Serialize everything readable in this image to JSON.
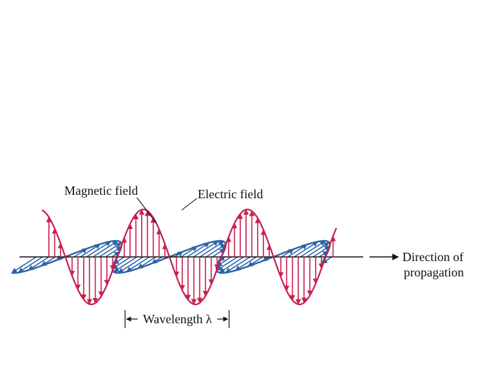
{
  "labels": {
    "magnetic_field": "Magnetic field",
    "electric_field": "Electric field",
    "wavelength": "Wavelength λ",
    "direction_line1": "Direction of",
    "direction_line2": "propagation"
  },
  "colors": {
    "electric": "#c8204f",
    "magnetic": "#2e63a8",
    "axis": "#111111",
    "text": "#111111"
  }
}
